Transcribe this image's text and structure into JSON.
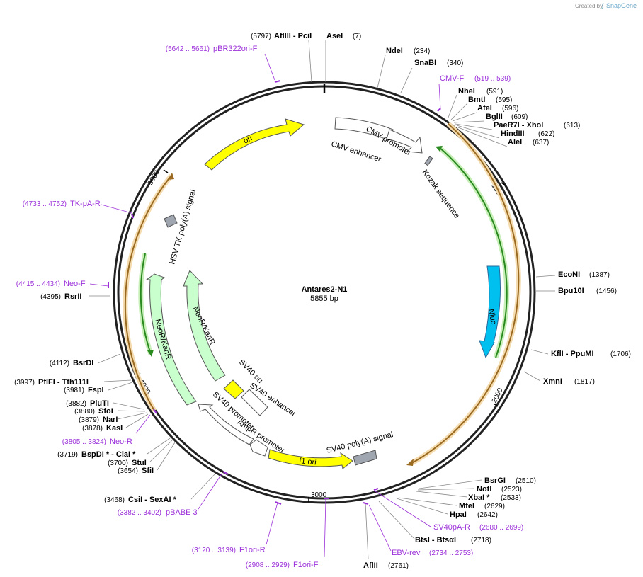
{
  "watermark": {
    "prefix": "Created by",
    "brand": "SnapGene"
  },
  "plasmid": {
    "name": "Antares2-N1",
    "length_label": "5855 bp"
  },
  "ticks": [
    "1000",
    "2000",
    "3000",
    "4000",
    "5000"
  ],
  "features": [
    {
      "label": "ori"
    },
    {
      "label": "CMV enhancer"
    },
    {
      "label": "CMV promoter"
    },
    {
      "label": "Kozak sequence"
    },
    {
      "label": "Nluc"
    },
    {
      "label": "SV40 poly(A) signal"
    },
    {
      "label": "f1 ori"
    },
    {
      "label": "AmpR promoter"
    },
    {
      "label": "SV40 promoter"
    },
    {
      "label": "SV40 enhancer"
    },
    {
      "label": "SV40 ori"
    },
    {
      "label": "NeoR/KanR"
    },
    {
      "label": "NeoR/KanR"
    },
    {
      "label": "HSV TK poly(A) signal"
    }
  ],
  "sites": [
    {
      "name": "AflIII",
      "sep": " - ",
      "name2": "PciI",
      "pos": "(5797)"
    },
    {
      "name": "AseI",
      "pos": "(7)"
    },
    {
      "name": "NdeI",
      "pos": "(234)"
    },
    {
      "name": "SnaBI",
      "pos": "(340)"
    },
    {
      "name": "NheI",
      "pos": "(591)"
    },
    {
      "name": "BmtI",
      "pos": "(595)"
    },
    {
      "name": "AfeI",
      "pos": "(596)"
    },
    {
      "name": "BglII",
      "pos": "(609)"
    },
    {
      "name": "PaeR7I",
      "sep": " - ",
      "name2": "XhoI",
      "pos": "(613)"
    },
    {
      "name": "HindIII",
      "pos": "(622)"
    },
    {
      "name": "AleI",
      "pos": "(637)"
    },
    {
      "name": "EcoNI",
      "pos": "(1387)"
    },
    {
      "name": "Bpu10I",
      "pos": "(1456)"
    },
    {
      "name": "KflI",
      "sep": " - ",
      "name2": "PpuMI",
      "pos": "(1706)"
    },
    {
      "name": "XmnI",
      "pos": "(1817)"
    },
    {
      "name": "BsrGI",
      "pos": "(2510)"
    },
    {
      "name": "NotI",
      "pos": "(2523)"
    },
    {
      "name": "XbaI *",
      "pos": "(2533)"
    },
    {
      "name": "MfeI",
      "pos": "(2629)"
    },
    {
      "name": "HpaI",
      "pos": "(2642)"
    },
    {
      "name": "BtsI",
      "sep": " - ",
      "name2": "BtsαI",
      "pos": "(2718)"
    },
    {
      "name": "AflII",
      "pos": "(2761)"
    },
    {
      "name": "CsiI",
      "sep": " - ",
      "name2": "SexAI *",
      "pos": "(3468)"
    },
    {
      "name": "SfiI",
      "pos": "(3654)"
    },
    {
      "name": "StuI",
      "pos": "(3700)"
    },
    {
      "name": "BspDI *",
      "sep": " - ",
      "name2": "ClaI *",
      "pos": "(3719)"
    },
    {
      "name": "KasI",
      "pos": "(3878)"
    },
    {
      "name": "NarI",
      "pos": "(3879)"
    },
    {
      "name": "SfoI",
      "pos": "(3880)"
    },
    {
      "name": "PluTI",
      "pos": "(3882)"
    },
    {
      "name": "FspI",
      "pos": "(3981)"
    },
    {
      "name": "PflFI",
      "sep": " - ",
      "name2": "Tth111I",
      "pos": "(3997)"
    },
    {
      "name": "BsrDI",
      "pos": "(4112)"
    },
    {
      "name": "RsrII",
      "pos": "(4395)"
    }
  ],
  "primers": [
    {
      "name": "pBR322ori-F",
      "range": "(5642 .. 5661)"
    },
    {
      "name": "CMV-F",
      "range": "(519 .. 539)"
    },
    {
      "name": "TK-pA-R",
      "range": "(4733 .. 4752)"
    },
    {
      "name": "Neo-F",
      "range": "(4415 .. 4434)"
    },
    {
      "name": "Neo-R",
      "range": "(3805 .. 3824)"
    },
    {
      "name": "pBABE 3'",
      "range": "(3382 .. 3402)"
    },
    {
      "name": "F1ori-R",
      "range": "(3120 .. 3139)"
    },
    {
      "name": "F1ori-F",
      "range": "(2908 .. 2929)"
    },
    {
      "name": "EBV-rev",
      "range": "(2734 .. 2753)"
    },
    {
      "name": "SV40pA-R",
      "range": "(2680 .. 2699)"
    }
  ],
  "colors": {
    "backbone": "#222222",
    "primer": "#9b30d9",
    "ori": "#ffff00",
    "cds": "#00c0f0",
    "marker": "#c8ffcc",
    "promoter": "#ffffff",
    "polyA": "#a0a6b0",
    "orf_orange": "#f0a030",
    "orf_green": "#40c040"
  }
}
